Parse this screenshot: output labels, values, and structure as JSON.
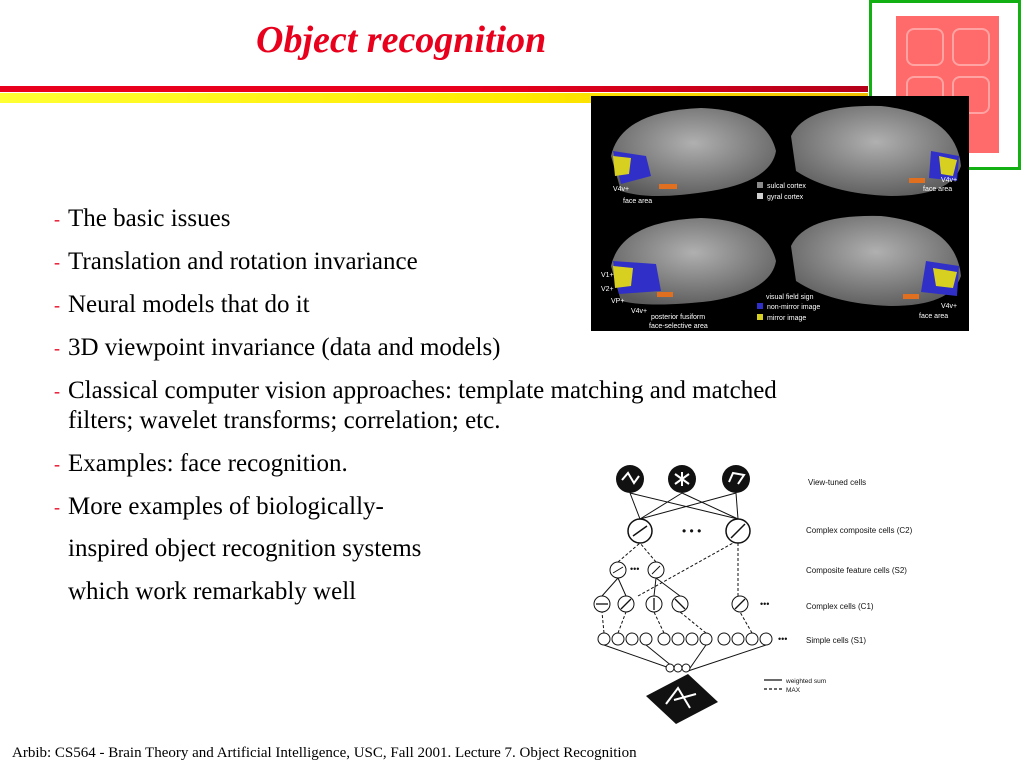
{
  "slide": {
    "title": "Object recognition",
    "accent_color": "#e8001c",
    "rule_colors": [
      "#e8001c",
      "#ffea00"
    ],
    "logo_frame_color": "#12b012"
  },
  "bullets": [
    {
      "lines": [
        "The basic issues"
      ]
    },
    {
      "lines": [
        "Translation and rotation invariance"
      ]
    },
    {
      "lines": [
        "Neural models that do it"
      ]
    },
    {
      "lines": [
        "3D viewpoint invariance (data and models)"
      ]
    },
    {
      "lines": [
        "Classical computer vision approaches: template matching and matched",
        "filters; wavelet transforms; correlation; etc."
      ]
    },
    {
      "lines": [
        "Examples: face recognition."
      ]
    },
    {
      "lines": [
        "More examples of biologically-",
        "inspired object recognition systems",
        "which work remarkably well"
      ]
    }
  ],
  "brain_figure": {
    "top_labels": {
      "v4v_left": "V4v+",
      "face_area_left": "face area",
      "sulcal": "sulcal cortex",
      "gyral": "gyral cortex",
      "v4v_right": "V4v+",
      "face_area_right": "face area"
    },
    "bottom_labels": {
      "v1": "V1+",
      "v2": "V2+",
      "vp": "VP+",
      "v4v_left": "V4v+",
      "fusiform_1": "posterior fusiform",
      "fusiform_2": "face-selective area",
      "field_sign": "visual field sign",
      "non_mirror": "non-mirror image",
      "mirror": "mirror image",
      "v4v_right": "V4v+",
      "face_area_right": "face area"
    },
    "colors": {
      "cortex": "#8a8a8a",
      "non_mirror": "#3030c8",
      "mirror": "#d8d020",
      "face": "#e07020"
    }
  },
  "model_figure": {
    "layers": [
      "View-tuned cells",
      "Complex composite cells (C2)",
      "Composite feature cells (S2)",
      "Complex cells (C1)",
      "Simple cells (S1)"
    ],
    "legend": {
      "solid": "weighted sum",
      "dashed": "MAX"
    }
  },
  "footer": "Arbib: CS564 - Brain Theory and Artificial Intelligence,  USC, Fall 2001. Lecture 7. Object Recognition"
}
